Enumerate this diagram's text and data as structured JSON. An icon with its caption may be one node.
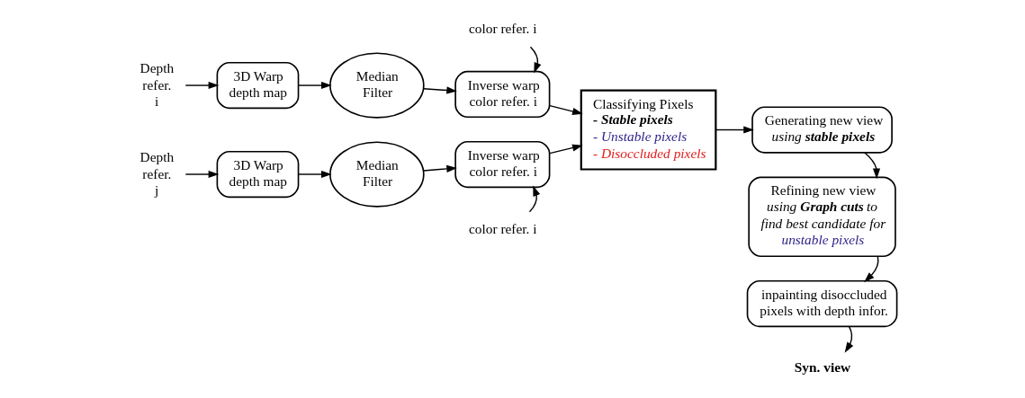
{
  "diagram": {
    "nodes": [
      {
        "text": [
          "Depth refer. i"
        ]
      },
      {
        "text": [
          "3D Warp depth map"
        ]
      },
      {
        "text": [
          "Median Filter"
        ]
      },
      {
        "text": [
          "color refer. i"
        ]
      },
      {
        "text": [
          "Inverse warp color refer. i"
        ]
      },
      {
        "text": [
          "Depth refer. j"
        ]
      },
      {
        "text": [
          "3D Warp depth map"
        ]
      },
      {
        "text": [
          "Median Filter"
        ]
      },
      {
        "text": [
          "Inverse warp color refer. i"
        ]
      },
      {
        "text": [
          "color refer. i"
        ]
      },
      {
        "text": [
          "Classifying Pixels",
          "- Stable pixels",
          "- Unstable pixels",
          "- Disoccluded pixels"
        ]
      },
      {
        "text": [
          "Generating new view",
          "using **stable pixels**"
        ]
      },
      {
        "text": [
          "Refining new view",
          "using **Graph cuts** to find best candidate for",
          "unstable pixels"
        ]
      },
      {
        "text": [
          "inpainting disoccluded pixels with depth infor."
        ]
      },
      {
        "text": [
          "Syn. view"
        ]
      }
    ],
    "edges": [
      {
        "from": 0,
        "to": 1,
        "arrow": "to"
      },
      {
        "from": 1,
        "to": 2,
        "arrow": "to"
      },
      {
        "from": 2,
        "to": 4,
        "arrow": "to"
      },
      {
        "from": 3,
        "to": 4,
        "arrow": "to"
      },
      {
        "from": 4,
        "to": 10,
        "arrow": "to"
      },
      {
        "from": 5,
        "to": 6,
        "arrow": "to"
      },
      {
        "from": 6,
        "to": 7,
        "arrow": "to"
      },
      {
        "from": 7,
        "to": 8,
        "arrow": "to"
      },
      {
        "from": 9,
        "to": 8,
        "arrow": "to"
      },
      {
        "from": 8,
        "to": 10,
        "arrow": "to"
      },
      {
        "from": 10,
        "to": 11,
        "arrow": "to"
      },
      {
        "from": 11,
        "to": 12,
        "arrow": "to"
      },
      {
        "from": 12,
        "to": 13,
        "arrow": "to"
      },
      {
        "from": 13,
        "to": 14,
        "arrow": "to"
      }
    ]
  }
}
